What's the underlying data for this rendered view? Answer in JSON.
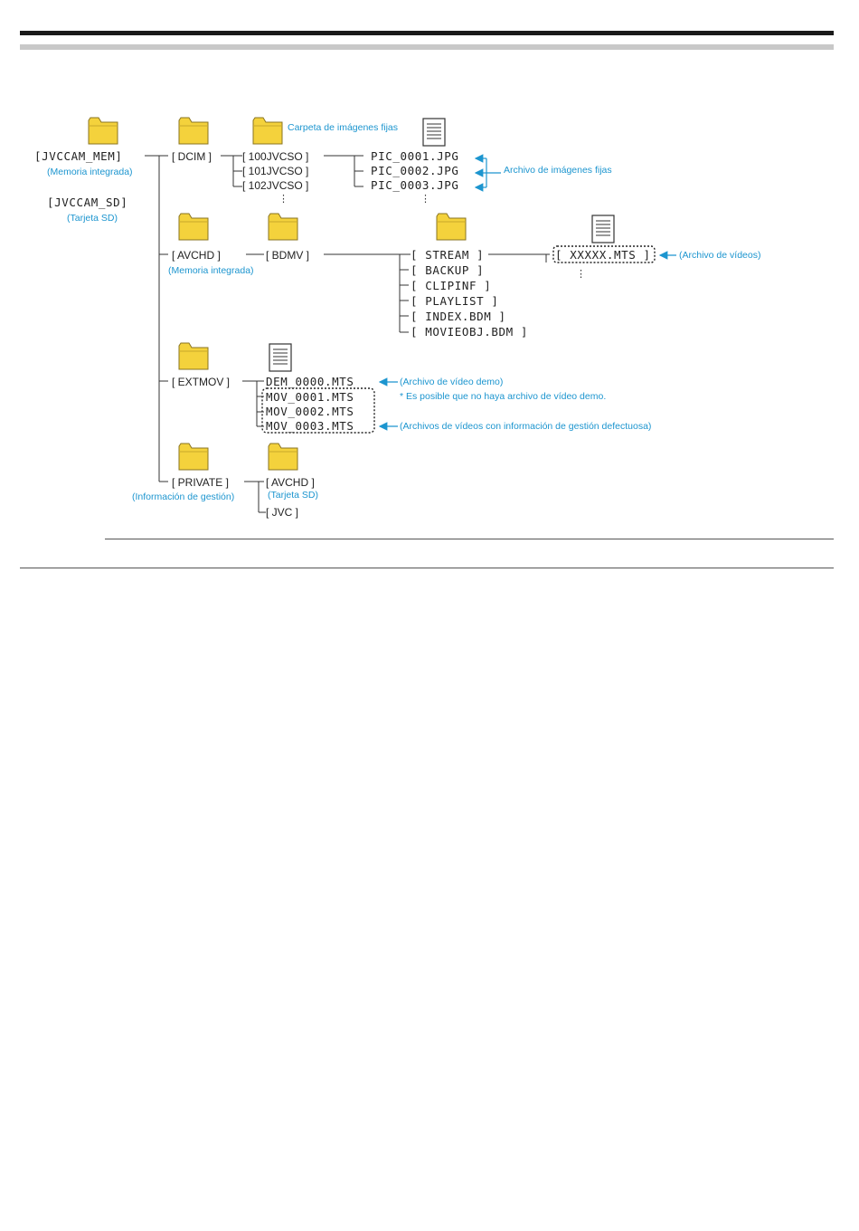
{
  "tree": {
    "roots": {
      "mem": "[JVCCAM_MEM]",
      "mem_note": "(Memoria integrada)",
      "sd": "[JVCCAM_SD]",
      "sd_note": "(Tarjeta SD)"
    },
    "dcim": {
      "label": "[ DCIM ]",
      "folders": [
        "[ 100JVCSO ]",
        "[ 101JVCSO ]",
        "[ 102JVCSO ]"
      ],
      "folder_note": "Carpeta de imágenes fijas",
      "files": [
        "PIC_0001.JPG",
        "PIC_0002.JPG",
        "PIC_0003.JPG"
      ],
      "files_note": "Archivo de imágenes fijas"
    },
    "avchd": {
      "label": "[ AVCHD ]",
      "note": "(Memoria integrada)",
      "bdmv": "[ BDMV ]",
      "subfolders": [
        "[ STREAM ]",
        "[ BACKUP ]",
        "[ CLIPINF ]",
        "[ PLAYLIST ]",
        "[ INDEX.BDM ]",
        "[ MOVIEOBJ.BDM ]"
      ],
      "stream_file": "[ XXXXX.MTS ]",
      "stream_file_note": "(Archivo de vídeos)"
    },
    "extmov": {
      "label": "[ EXTMOV ]",
      "files": [
        "DEM_0000.MTS",
        "MOV_0001.MTS",
        "MOV_0002.MTS",
        "MOV_0003.MTS"
      ],
      "demo_note": "(Archivo de vídeo demo)",
      "demo_note2": "* Es posible que no haya archivo de vídeo demo.",
      "defective_note": "(Archivos de vídeos con información de gestión defectuosa)"
    },
    "private": {
      "label": "[ PRIVATE ]",
      "note": "(Información de gestión)",
      "children": [
        "[ AVCHD ]",
        "[ JVC ]"
      ],
      "avchd_note": "(Tarjeta SD)"
    },
    "ellipsis": "⋮"
  },
  "colors": {
    "accent": "#1c95cf",
    "folder": "#f4d23c",
    "folder_stroke": "#8a7420"
  },
  "icons": [
    "folder-icon",
    "file-icon",
    "arrow-left-icon"
  ]
}
